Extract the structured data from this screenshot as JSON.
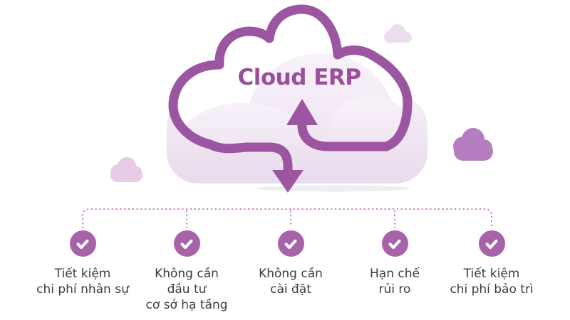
{
  "title": "Cloud ERP",
  "illustration": {
    "main_cloud_icon": "cloud-icon",
    "cycle_arrows": [
      "arrow-up-icon",
      "arrow-down-icon"
    ],
    "decor_clouds": [
      "cloud-small-left-icon",
      "cloud-small-top-right-icon",
      "cloud-medium-right-icon"
    ]
  },
  "benefits": {
    "items": [
      {
        "icon": "check-icon",
        "label": "Tiết kiệm\nchi phí nhân sự"
      },
      {
        "icon": "check-icon",
        "label": "Không cần\nđầu tư\ncơ sở hạ tầng"
      },
      {
        "icon": "check-icon",
        "label": "Không cần\ncài đặt"
      },
      {
        "icon": "check-icon",
        "label": "Hạn chế\nrủi ro"
      },
      {
        "icon": "check-icon",
        "label": "Tiết kiệm\nchi phí bảo trì"
      }
    ]
  },
  "colors": {
    "primary_purple": "#9C55A0",
    "title_purple": "#9A4E9C",
    "check_circle_purple": "#A763AA",
    "dotted_connector_pink": "#C981C9",
    "label_text": "#3D3D3D",
    "cloud_tint_light": "#F6EEF7",
    "cloud_tint_deep": "#E9DBEC",
    "decor_cloud_solid": "#B47EC0",
    "decor_cloud_left": "#E7CBE7",
    "decor_cloud_tiny": "#EDDEEF"
  }
}
